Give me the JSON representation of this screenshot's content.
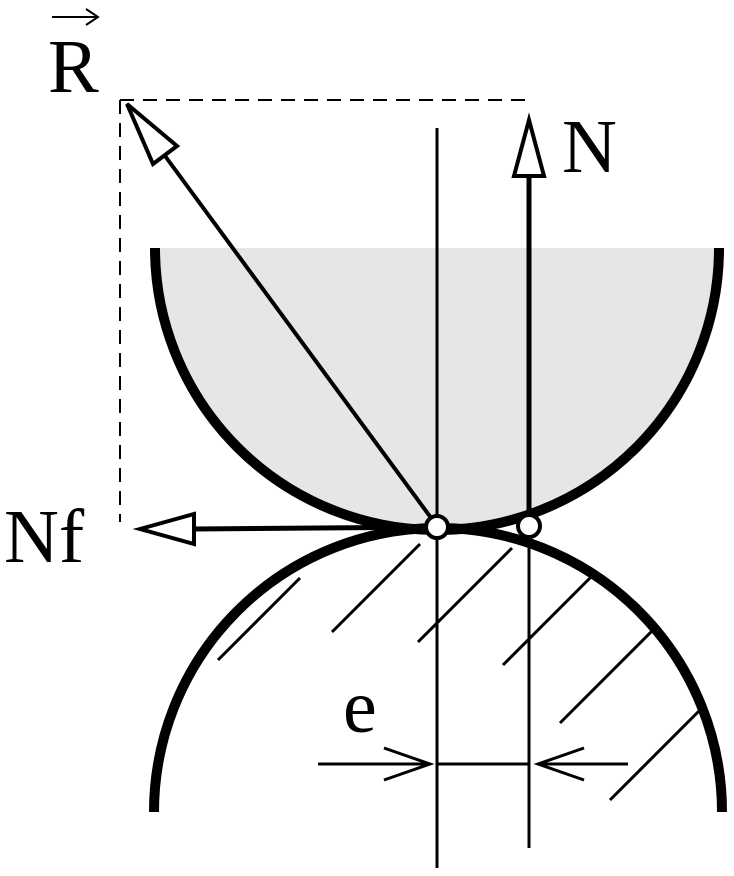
{
  "labels": {
    "resultant": "R",
    "normal_force": "N",
    "friction_force": "Nf",
    "offset": "e"
  },
  "colors": {
    "stroke": "#000000",
    "upper_body_fill": "#e6e6e6",
    "background": "#ffffff"
  }
}
